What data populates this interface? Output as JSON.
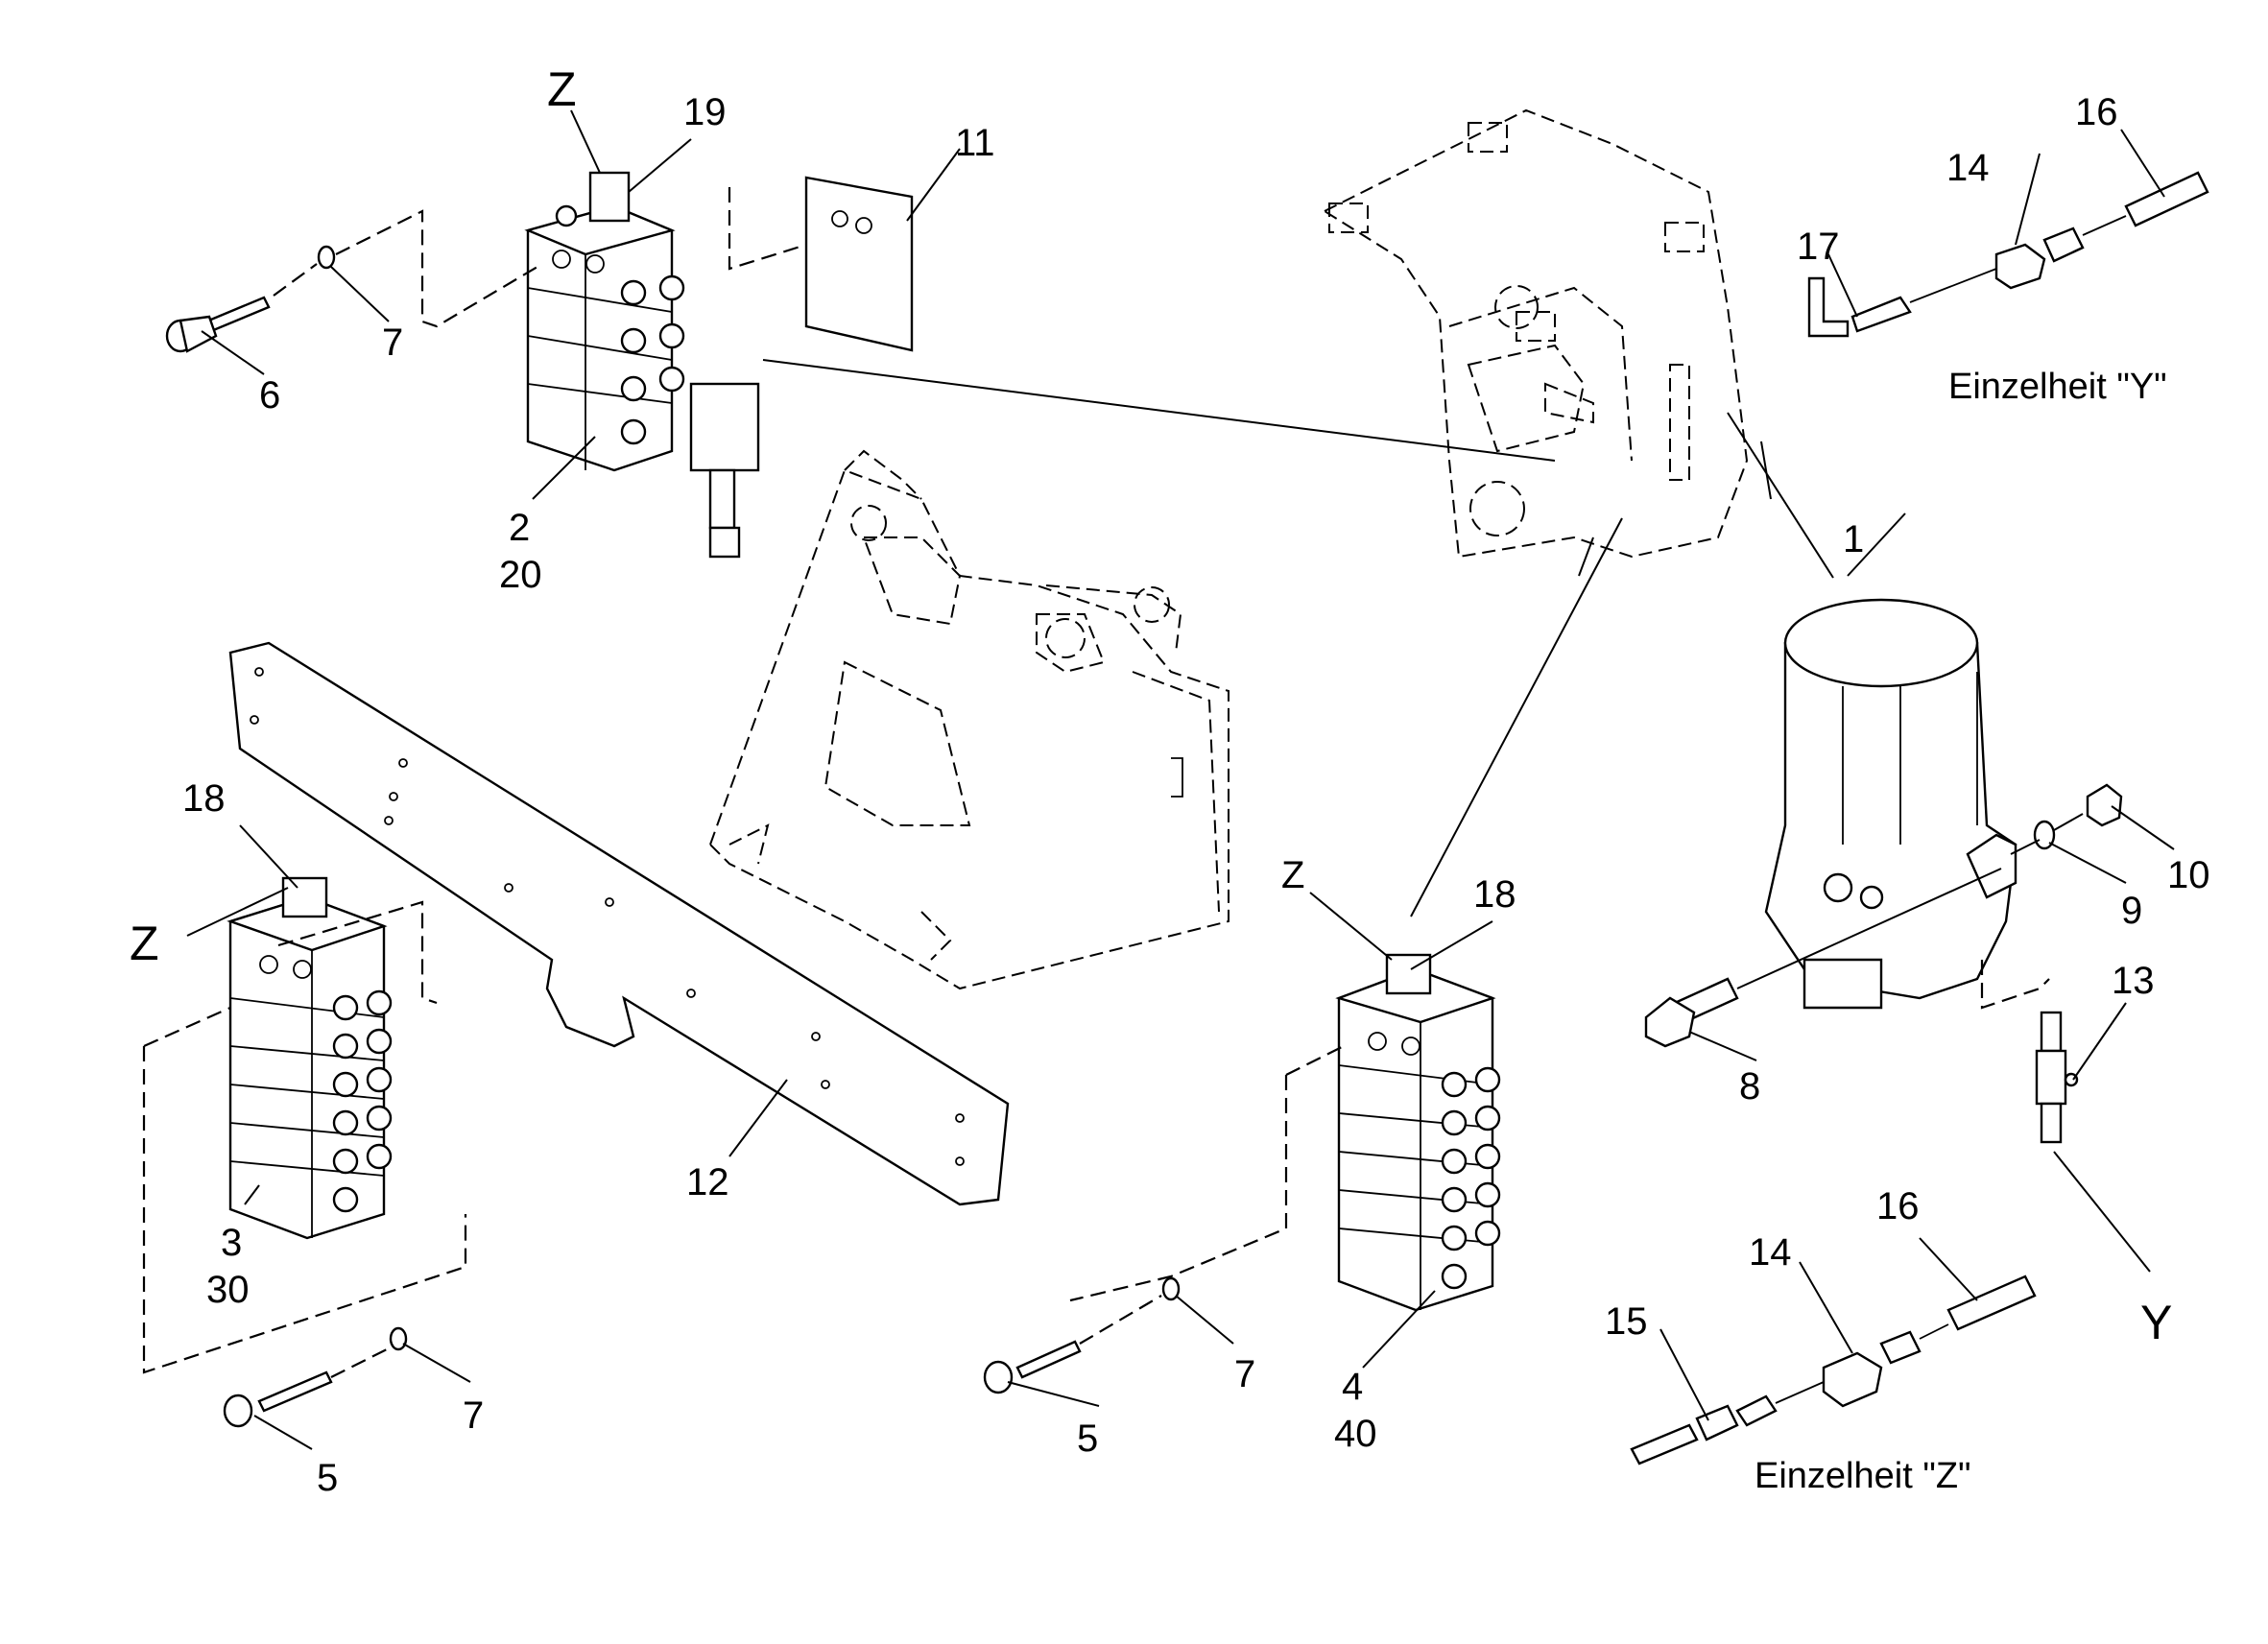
{
  "figure": {
    "callouts": {
      "c1": "1",
      "c2": "2",
      "c20": "20",
      "c3": "3",
      "c30": "30",
      "c4": "4",
      "c40": "40",
      "c5a": "5",
      "c5b": "5",
      "c6": "6",
      "c7a": "7",
      "c7b": "7",
      "c7c": "7",
      "c8": "8",
      "c9": "9",
      "c10": "10",
      "c11": "11",
      "c12": "12",
      "c13": "13",
      "c14a": "14",
      "c14b": "14",
      "c15": "15",
      "c16a": "16",
      "c16b": "16",
      "c17": "17",
      "c18a": "18",
      "c18b": "18",
      "c19": "19"
    },
    "detail_markers": {
      "z1": "Z",
      "z2": "Z",
      "z3": "Z",
      "y1": "Y"
    },
    "captions": {
      "detail_y": "Einzelheit \"Y\"",
      "detail_z": "Einzelheit \"Z\""
    }
  }
}
